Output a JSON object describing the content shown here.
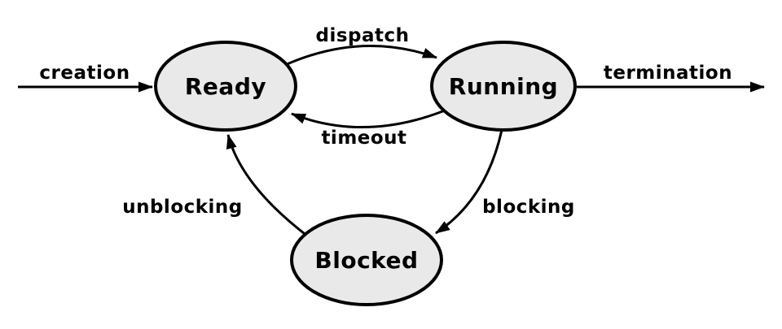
{
  "diagram": {
    "type": "state-transition-diagram",
    "background": "#ffffff",
    "colors": {
      "node_fill": "#e9e9e9",
      "node_stroke": "#000000",
      "edge_color": "#000000",
      "label_color": "#000000"
    },
    "nodes": [
      {
        "id": "ready",
        "label": "Ready"
      },
      {
        "id": "running",
        "label": "Running"
      },
      {
        "id": "blocked",
        "label": "Blocked"
      }
    ],
    "edges": [
      {
        "id": "creation",
        "label": "creation",
        "from": "start",
        "to": "Ready"
      },
      {
        "id": "dispatch",
        "label": "dispatch",
        "from": "Ready",
        "to": "Running"
      },
      {
        "id": "timeout",
        "label": "timeout",
        "from": "Running",
        "to": "Ready"
      },
      {
        "id": "termination",
        "label": "termination",
        "from": "Running",
        "to": "end"
      },
      {
        "id": "blocking",
        "label": "blocking",
        "from": "Running",
        "to": "Blocked"
      },
      {
        "id": "unblocking",
        "label": "unblocking",
        "from": "Blocked",
        "to": "Ready"
      }
    ]
  }
}
